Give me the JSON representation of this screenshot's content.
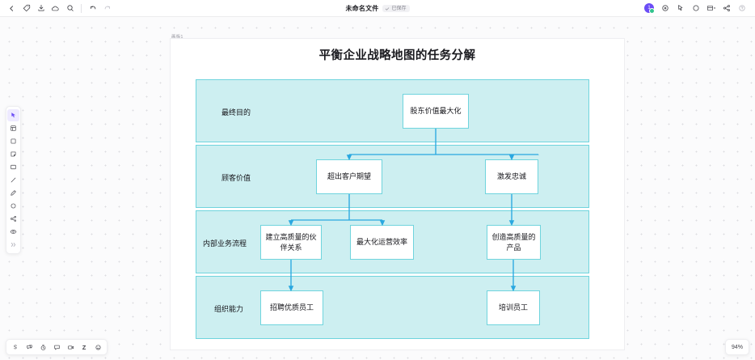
{
  "topbar": {
    "left_icons": [
      {
        "name": "back-icon",
        "glyph": "chevron-left"
      },
      {
        "name": "tag-icon",
        "glyph": "tag"
      },
      {
        "name": "save-icon",
        "glyph": "save"
      },
      {
        "name": "cloud-icon",
        "glyph": "cloud"
      },
      {
        "name": "search-icon",
        "glyph": "search"
      },
      {
        "name": "undo-icon",
        "glyph": "undo"
      },
      {
        "name": "redo-icon",
        "glyph": "redo"
      }
    ],
    "title": "未命名文件",
    "badge": "已保存",
    "avatar_initial": "1",
    "right_icons": [
      {
        "name": "history-icon",
        "glyph": "clock"
      },
      {
        "name": "presentation-icon",
        "glyph": "pointer"
      },
      {
        "name": "comment-icon",
        "glyph": "circle"
      },
      {
        "name": "layout-icon",
        "glyph": "panel"
      },
      {
        "name": "share-icon",
        "glyph": "share"
      },
      {
        "name": "help-icon",
        "glyph": "help"
      }
    ]
  },
  "left_rail": {
    "items": [
      {
        "name": "select-tool",
        "glyph": "cursor",
        "active": true
      },
      {
        "name": "frame-tool",
        "glyph": "frame",
        "active": false
      },
      {
        "name": "shape-tool",
        "glyph": "square",
        "active": false
      },
      {
        "name": "sticky-note-tool",
        "glyph": "note",
        "active": false
      },
      {
        "name": "rectangle-tool",
        "glyph": "rect",
        "active": false
      },
      {
        "name": "line-tool",
        "glyph": "line",
        "active": false
      },
      {
        "name": "pen-tool",
        "glyph": "pen",
        "active": false
      },
      {
        "name": "ellipse-tool",
        "glyph": "ellipse",
        "active": false
      },
      {
        "name": "connector-tool",
        "glyph": "connector",
        "active": false
      },
      {
        "name": "eye-tool",
        "glyph": "eye",
        "active": false
      },
      {
        "name": "more-tools",
        "glyph": "more",
        "active": false
      }
    ]
  },
  "bottom_bar": {
    "items": [
      {
        "name": "selection-mode-icon",
        "glyph": "S"
      },
      {
        "name": "comments-icon",
        "glyph": "chat"
      },
      {
        "name": "timer-icon",
        "glyph": "timer"
      },
      {
        "name": "chat-icon",
        "glyph": "message"
      },
      {
        "name": "video-icon",
        "glyph": "video"
      },
      {
        "name": "zoom-shortcut-icon",
        "glyph": "Z"
      },
      {
        "name": "emoji-icon",
        "glyph": "emoji"
      }
    ]
  },
  "zoom_level": "94%",
  "canvas": {
    "artboard_label": "画板1"
  },
  "colors": {
    "band_fill": "#cdeff1",
    "band_stroke": "#6fd4dd",
    "node_fill": "#ffffff",
    "node_stroke": "#6fd4dd",
    "connector": "#2aa8e0",
    "accent": "#6b4df6"
  },
  "chart_data": {
    "type": "diagram",
    "title": "平衡企业战略地图的任务分解",
    "bands": [
      {
        "label": "最终目的",
        "nodes": [
          {
            "id": "n1",
            "text": "股东价值最大化"
          }
        ]
      },
      {
        "label": "顾客价值",
        "nodes": [
          {
            "id": "n2",
            "text": "超出客户期望"
          },
          {
            "id": "n3",
            "text": "激发忠诚"
          }
        ]
      },
      {
        "label": "内部业务流程",
        "nodes": [
          {
            "id": "n4",
            "text": "建立高质量的伙伴关系"
          },
          {
            "id": "n5",
            "text": "最大化运营效率"
          },
          {
            "id": "n6",
            "text": "创造高质量的产品"
          }
        ]
      },
      {
        "label": "组织能力",
        "nodes": [
          {
            "id": "n7",
            "text": "招聘优质员工"
          },
          {
            "id": "n8",
            "text": "培训员工"
          }
        ]
      }
    ],
    "edges": [
      {
        "from": "n1",
        "to": "n2"
      },
      {
        "from": "n1",
        "to": "n3"
      },
      {
        "from": "n2",
        "to": "n4"
      },
      {
        "from": "n2",
        "to": "n5"
      },
      {
        "from": "n3",
        "to": "n6"
      },
      {
        "from": "n4",
        "to": "n7"
      },
      {
        "from": "n6",
        "to": "n8"
      }
    ]
  }
}
